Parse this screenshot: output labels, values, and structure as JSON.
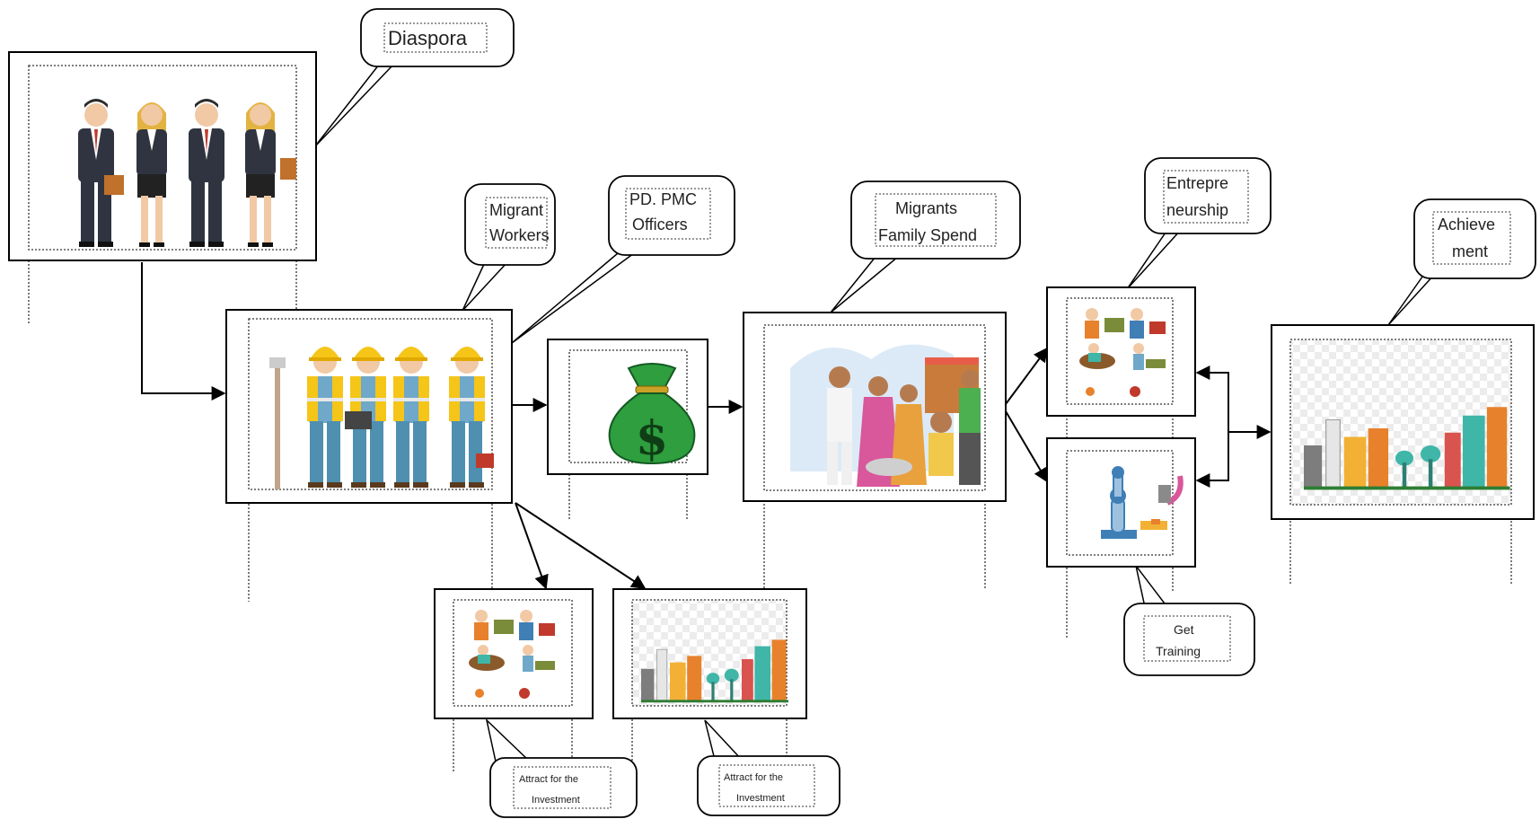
{
  "diagram": {
    "callouts": {
      "diaspora": {
        "lines": [
          "Diaspora"
        ]
      },
      "migrant_workers": {
        "lines": [
          "Migrant",
          "Workers"
        ]
      },
      "pd_pmc_officers": {
        "lines": [
          "PD. PMC",
          "Officers"
        ]
      },
      "migrants_family_spend": {
        "lines": [
          "Migrants",
          "Family Spend"
        ]
      },
      "entrepreneurship": {
        "lines": [
          "Entrepre",
          "neurship"
        ]
      },
      "achievement": {
        "lines": [
          "Achieve",
          "ment"
        ]
      },
      "get_training": {
        "lines": [
          "Get",
          "Training"
        ]
      },
      "attract_investment_1": {
        "lines": [
          "Attract for the",
          "Investment"
        ]
      },
      "attract_investment_2": {
        "lines": [
          "Attract for the",
          "Investment"
        ]
      }
    },
    "illustrations": {
      "diaspora": "business-people-group",
      "migrant_workers": "construction-workers-group",
      "money": "dollar-money-bag",
      "family_spend": "family-market-scene",
      "entrepreneurship": "small-business-activities",
      "training": "robotic-arm-training",
      "achievement": "city-skyline",
      "investment_1": "small-business-activities",
      "investment_2": "city-skyline"
    },
    "colors": {
      "line": "#000000",
      "dotted": "#333333",
      "hardhat": "#f5c518",
      "money_bag": "#2e9e3e",
      "buildings": [
        "#e8812c",
        "#f2b134",
        "#3fb6a8",
        "#7d7d7d",
        "#d9534f"
      ]
    }
  }
}
